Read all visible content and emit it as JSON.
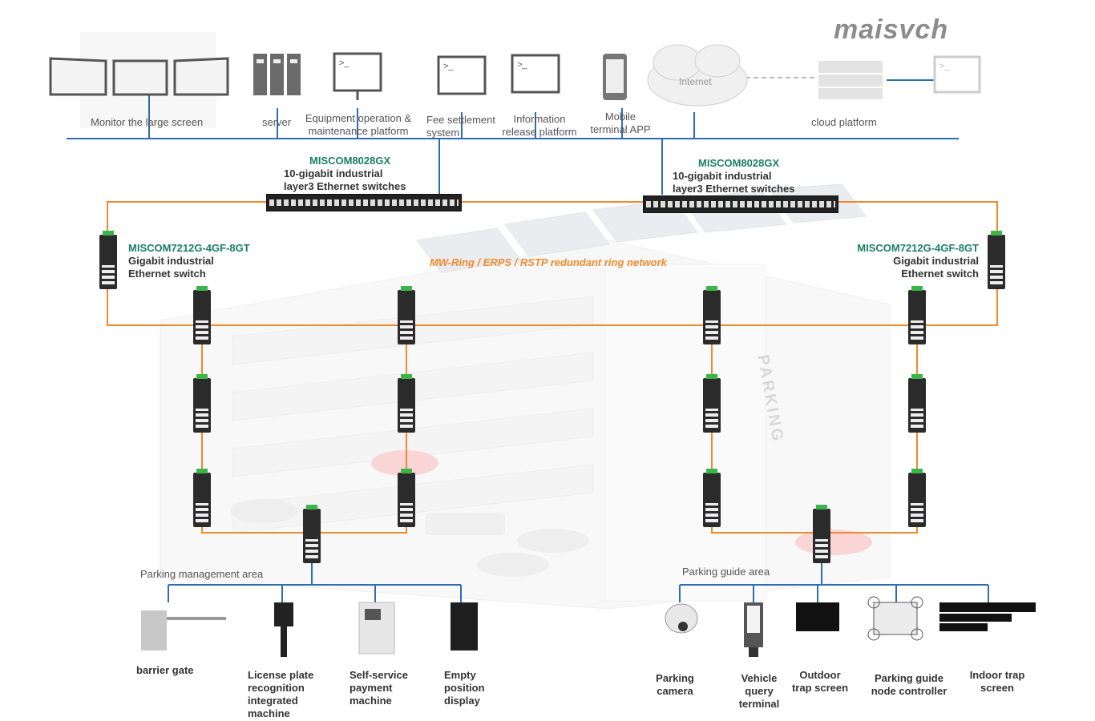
{
  "brand": "maisvch",
  "top_devices": {
    "monitor": "Monitor the large screen",
    "server": "server",
    "equipment_line1": "Equipment operation &",
    "equipment_line2": "maintenance platform",
    "fee_line1": "Fee settlement",
    "fee_line2": "system",
    "info_line1": "Information",
    "info_line2": "release platform",
    "mobile_line1": "Mobile",
    "mobile_line2": "terminal APP",
    "internet": "Internet",
    "cloud": "cloud platform"
  },
  "core_switch_left": {
    "model": "MISCOM8028GX",
    "line1": "10-gigabit industrial",
    "line2": "layer3 Ethernet switches"
  },
  "core_switch_right": {
    "model": "MISCOM8028GX",
    "line1": "10-gigabit industrial",
    "line2": "layer3 Ethernet switches"
  },
  "ring_switch_left": {
    "model": "MISCOM7212G-4GF-8GT",
    "line1": "Gigabit industrial",
    "line2": "Ethernet switch"
  },
  "ring_switch_right": {
    "model": "MISCOM7212G-4GF-8GT",
    "line1": "Gigabit industrial",
    "line2": "Ethernet switch"
  },
  "ring_label": "MW-Ring / ERPS / RSTP redundant ring network",
  "building_sign": "PARKING",
  "management": {
    "title": "Parking management area",
    "barrier": "barrier gate",
    "lpr_1": "License plate",
    "lpr_2": "recognition",
    "lpr_3": "integrated",
    "lpr_4": "machine",
    "pay_1": "Self-service",
    "pay_2": "payment",
    "pay_3": "machine",
    "empty_1": "Empty",
    "empty_2": "position",
    "empty_3": "display"
  },
  "guide": {
    "title": "Parking guide area",
    "cam_1": "Parking",
    "cam_2": "camera",
    "veh_1": "Vehicle",
    "veh_2": "query",
    "veh_3": "terminal",
    "out_1": "Outdoor",
    "out_2": "trap screen",
    "node_1": "Parking guide",
    "node_2": "node controller",
    "in_1": "Indoor trap",
    "in_2": "screen"
  },
  "colors": {
    "backbone": "#2f6db3",
    "ring": "#f08a2c",
    "model_text": "#1a7f63"
  }
}
